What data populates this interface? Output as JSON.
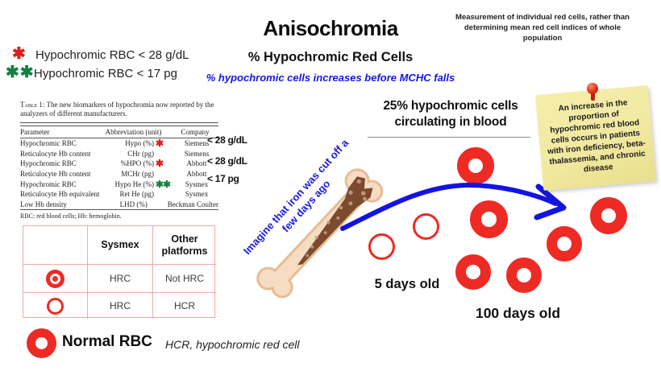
{
  "slide": {
    "title": "Anisochromia",
    "subtitle": "% Hypochromic Red Cells",
    "blue_caption": "% hypochromic cells increases before MCHC falls",
    "top_right_note": "Measurement of individual red cells, rather than determining mean red cell indices of whole population"
  },
  "legend": {
    "red_symbol": "✱",
    "red_label": "Hypochromic RBC < 28 g/dL",
    "green_symbol": "✱✱",
    "green_label": "Hypochromic RBC < 17 pg"
  },
  "table1": {
    "caption_label": "Table 1:",
    "caption_text": "The new biomarkers of hypochromia now reported by the analyzers of different manufacturers.",
    "headers": {
      "parameter": "Parameter",
      "abbreviation": "Abbreviation (unit)",
      "company": "Company"
    },
    "rows": [
      {
        "parameter": "Hypochromic RBC",
        "abbreviation": "Hypo (%)",
        "marker": "✱",
        "company": "Siemens"
      },
      {
        "parameter": "Reticulocyte Hb content",
        "abbreviation": "CHr (pg)",
        "marker": "",
        "company": "Siemens"
      },
      {
        "parameter": "Hypochromic RBC",
        "abbreviation": "%HPO (%)",
        "marker": "✱",
        "company": "Abbott"
      },
      {
        "parameter": "Reticulocyte Hb content",
        "abbreviation": "MCHr (pg)",
        "marker": "",
        "company": "Abbott"
      },
      {
        "parameter": "Hypochromic RBC",
        "abbreviation": "Hypo He (%)",
        "marker": "✱✱",
        "company": "Sysmex"
      },
      {
        "parameter": "Reticulocyte Hb equivalent",
        "abbreviation": "Ret He (pg)",
        "marker": "",
        "company": "Sysmex"
      },
      {
        "parameter": "Low Hb density",
        "abbreviation": "LHD (%)",
        "marker": "",
        "company": "Beckman Coulter"
      }
    ],
    "footnote": "RBC: red blood cells; Hb: hemoglobin.",
    "annotations": [
      "< 28 g/dL",
      "< 28 g/dL",
      "< 17 pg"
    ]
  },
  "platform_table": {
    "col2_header": "Sysmex",
    "col3_header": "Other platforms",
    "rows": [
      {
        "icon": "hypochromic-rbc-dense-center",
        "sysmex": "HRC",
        "other": "Not HRC"
      },
      {
        "icon": "hypochromic-rbc-hollow",
        "sysmex": "HRC",
        "other": "HCR"
      }
    ]
  },
  "marrow": {
    "caption_line1": "Imagine that iron was cut off a",
    "caption_line2": "few days ago"
  },
  "blood": {
    "heading_line1": "25% hypochromic cells",
    "heading_line2": "circulating in blood",
    "label_5_days": "5 days old",
    "label_100_days": "100 days old"
  },
  "sticky_note": {
    "text": "An increase in the proportion of hypochromic red blood cells occurs in patients with iron deficiency, beta-thalassemia, and chronic disease"
  },
  "footer": {
    "normal_rbc_label": "Normal RBC",
    "hcr_note": "HCR, hypochromic red cell"
  },
  "colors": {
    "red": "#ee2a24",
    "asterisk_red": "#e11c1c",
    "asterisk_green": "#157f40",
    "blue": "#1616e3",
    "sticky_yellow": "#f1e9a0",
    "table_border_pink": "#f1a8a8"
  }
}
